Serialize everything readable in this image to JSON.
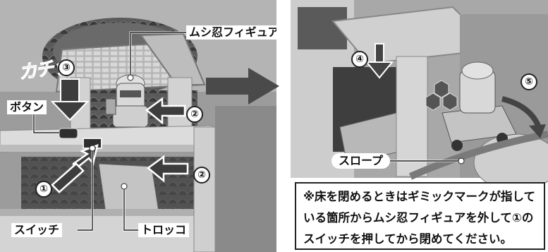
{
  "left": {
    "click_text": "カチッ",
    "step3": "③",
    "step2a": "②",
    "step2b": "②",
    "step1": "①",
    "label_button": "ボタン",
    "label_figure": "ムシ忍フィギュア",
    "label_switch": "スイッチ",
    "label_cart": "トロッコ"
  },
  "right": {
    "step4": "④",
    "step5": "⑤",
    "label_slope": "スロープ"
  },
  "note": {
    "line1": "※床を閉めるときはギミックマークが指して",
    "line2": "いる箇所からムシ忍フィギュアを外して①の",
    "line3": "スイッチを押してから閉めてください。"
  },
  "colors": {
    "photo_dark": "#3a3a3a",
    "photo_mid": "#8a8a8a",
    "photo_light": "#cfcfcf",
    "arrow": "#4a4a4a"
  }
}
